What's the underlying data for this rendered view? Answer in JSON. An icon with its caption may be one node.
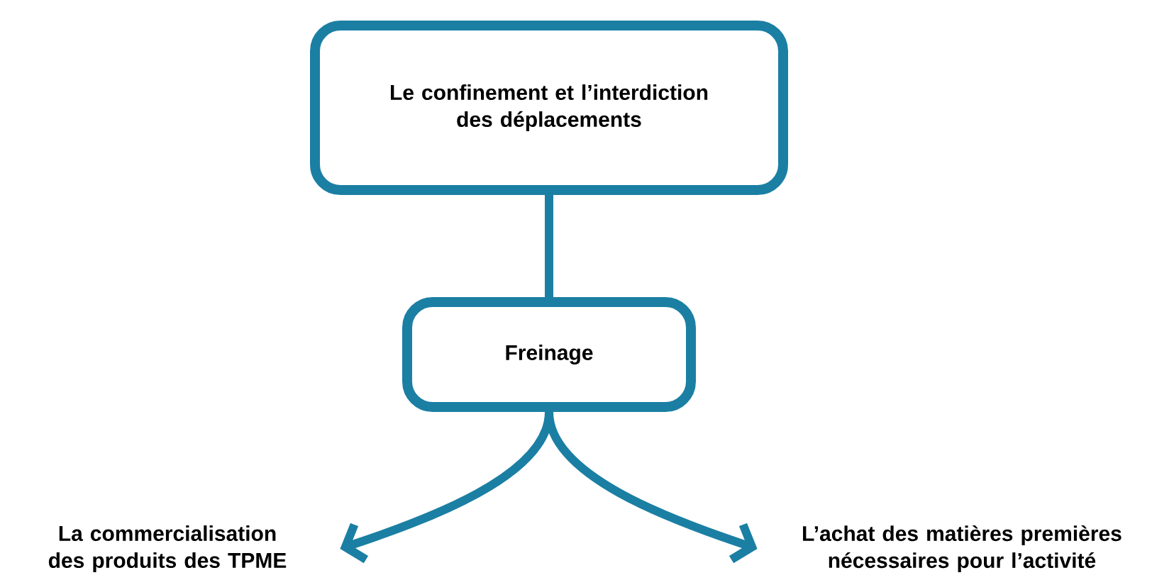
{
  "diagram": {
    "nodes": [
      {
        "text": [
          "Le confinement et l’interdiction des déplacements"
        ]
      },
      {
        "text": [
          "Freinage"
        ]
      },
      {
        "text": [
          "La commercialisation des produits des TPME"
        ]
      },
      {
        "text": [
          "L’achat des matières premières nécessaires pour l’activité"
        ]
      }
    ],
    "edges": [
      {
        "from": 0,
        "to": 1,
        "arrow": "none"
      },
      {
        "from": 1,
        "to": 2,
        "arrow": "to"
      },
      {
        "from": 1,
        "to": 3,
        "arrow": "to"
      }
    ]
  }
}
